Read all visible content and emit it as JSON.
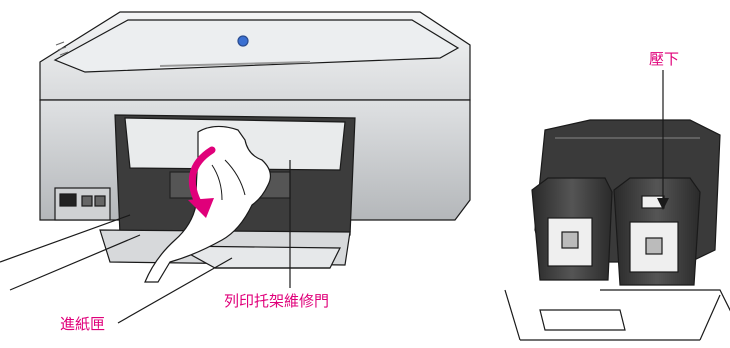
{
  "labels": {
    "press": "壓下",
    "cartridge_door": "列印托架維修門",
    "input_tray": "進紙匣"
  },
  "colors": {
    "label": "#e0007a",
    "arrow": "#e0007a",
    "outline": "#1a1a1a",
    "printer_body": "#e2e4e6",
    "printer_shade": "#b9bcbf",
    "cartridge": "#3b3b3b"
  },
  "icons": {
    "logo": "hp-logo",
    "press_indicator": "down-arrow"
  }
}
